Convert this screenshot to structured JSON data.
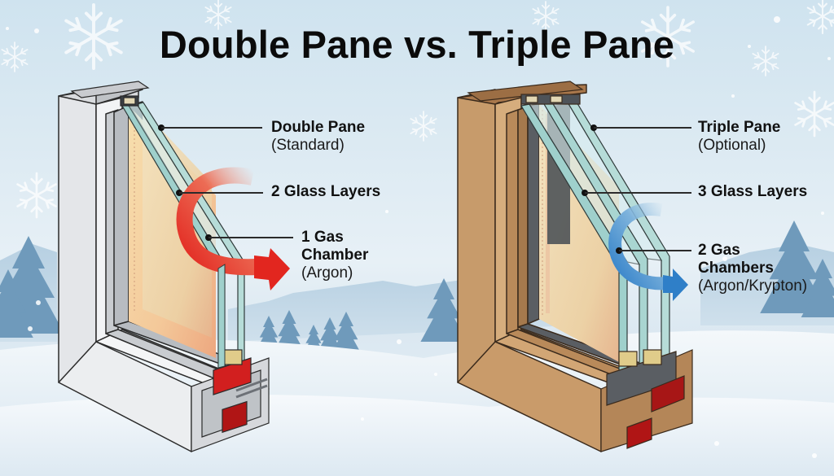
{
  "title": "Double Pane vs. Triple Pane",
  "colors": {
    "sky": "#cfe3ef",
    "snow": "#eef4f8",
    "vinyl_frame": "#e9eaec",
    "wood_frame": "#c69a6a",
    "glass": "#9fd0cc",
    "heat_arrow": "#e2261f",
    "cold_arrow": "#2f7fc8",
    "text": "#111111"
  },
  "left_window": {
    "frame_material": "vinyl (white)",
    "glass_layers": 2,
    "labels": [
      {
        "bold": "Double Pane",
        "normal": "(Standard)"
      },
      {
        "bold": "2 Glass Layers",
        "normal": ""
      },
      {
        "bold": "1 Gas",
        "bold2": "Chamber",
        "normal": "(Argon)"
      }
    ],
    "arrow": "heat-loss-arrow"
  },
  "right_window": {
    "frame_material": "wood-tone",
    "glass_layers": 3,
    "labels": [
      {
        "bold": "Triple Pane",
        "normal": "(Optional)"
      },
      {
        "bold": "3 Glass Layers",
        "normal": ""
      },
      {
        "bold": "2 Gas",
        "bold2": "Chambers",
        "normal": "(Argon/Krypton)"
      }
    ],
    "arrow": "cold-flow-arrow"
  }
}
